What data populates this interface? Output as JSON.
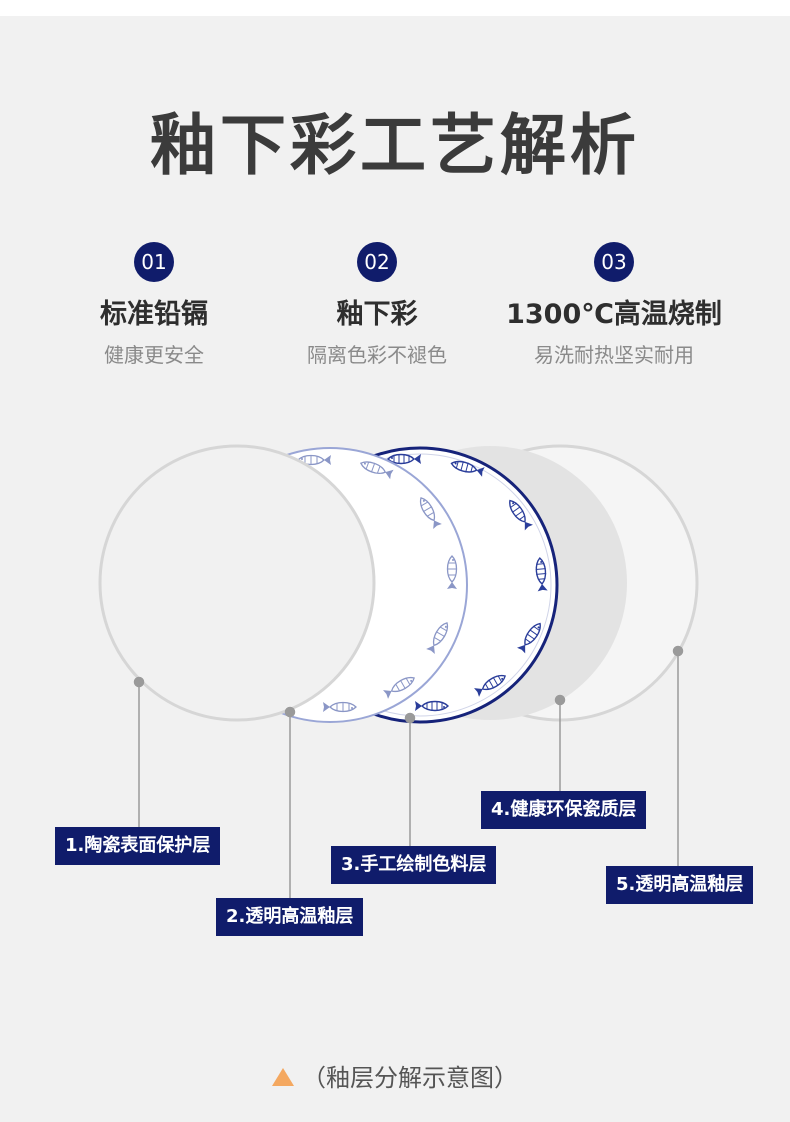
{
  "title": "釉下彩工艺解析",
  "features": [
    {
      "num": "01",
      "name": "标准铅镉",
      "desc": "健康更安全"
    },
    {
      "num": "02",
      "name": "釉下彩",
      "desc": "隔离色彩不褪色"
    },
    {
      "num": "03",
      "name": "1300℃高温烧制",
      "desc": "易洗耐热坚实耐用"
    }
  ],
  "layers": [
    {
      "label": "1.陶瓷表面保护层"
    },
    {
      "label": "2.透明高温釉层"
    },
    {
      "label": "3.手工绘制色料层"
    },
    {
      "label": "4.健康环保瓷质层"
    },
    {
      "label": "5.透明高温釉层"
    }
  ],
  "caption": "（釉层分解示意图）",
  "colors": {
    "accent_navy": "#101c6b",
    "caption_triangle": "#f4a860",
    "fish_blue": "#2a3d9a"
  }
}
